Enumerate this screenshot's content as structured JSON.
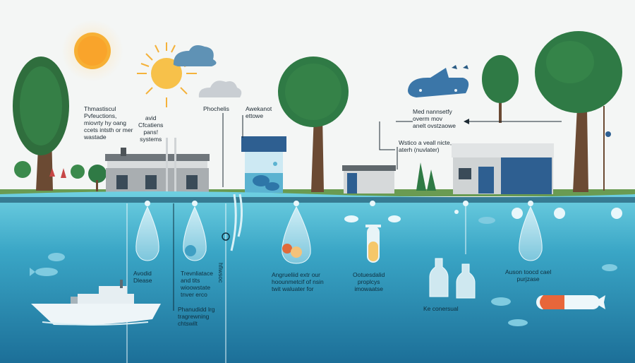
{
  "colors": {
    "sky": "#f4f6f5",
    "water_top": "#5cc3d8",
    "water_bottom": "#1f7fa6",
    "tree_green": "#2f7a45",
    "trunk": "#6b4a33",
    "house_gray": "#9aa1a6",
    "accent_blue": "#2c5f8f",
    "sun": "#f6b43a"
  },
  "labels": {
    "top_left": "Thmastiscul\nPvfeuctions,\nmiovrty hy oang\nccets intsth or mer\nwastade",
    "sun_text": "avid\nCfcatiens\npans!\nsystems",
    "phochelis": "Phochelis",
    "awekanot": "Awekanot\nettowe",
    "med_nannsetby": "Med nannsetfy\noverm mov\nanelt ovstzaowe",
    "wastico": "Wstico a veall nicte,\naterh (nuvlater)",
    "avodid": "Avodid\nDlease",
    "trevnliatace": "Trevnliatace\nand tits\nwioowstate\ntnver erco",
    "phanudidd": "Phanudidd lrg\ntragrewning\nchtswilt",
    "vertical_text": "hfiwsoc",
    "angrueliid": "Angrueliid extr our\nhoounmetcif of nsin\ntwit waluater for",
    "ootuesdalid": "Ootuesdalid\nproplcys\nimowaatse",
    "ke_conersual": "Ke conersual",
    "auson_toocd": "Auson toocd cael\npurjzase"
  },
  "icons": [
    "sun-icon",
    "cloud-icon",
    "tree-icon",
    "house-icon",
    "water-tank-icon",
    "droplet-icon",
    "boat-icon",
    "fish-icon",
    "bottle-icon",
    "test-tube-icon",
    "capsule-icon",
    "whale-icon",
    "drone-icon"
  ]
}
